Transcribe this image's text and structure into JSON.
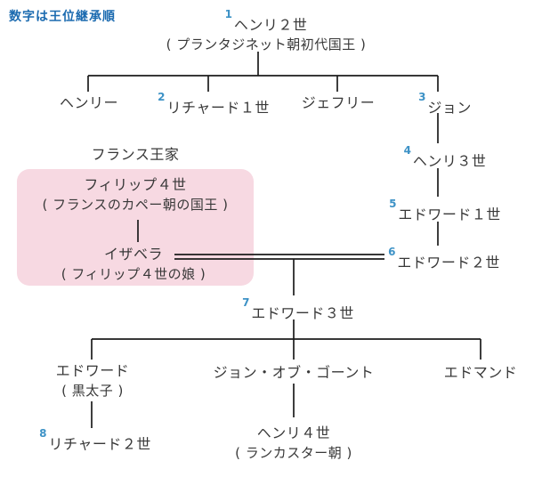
{
  "legend": {
    "text": "数字は王位継承順"
  },
  "colors": {
    "legend_blue": "#1c6bb0",
    "succession_number_blue": "#3d92c6",
    "france_house_pink": "#f7d9e2",
    "line_color": "#1c1c1c",
    "text_color": "#383838"
  },
  "france_house": {
    "label": "フランス王家"
  },
  "nodes": {
    "henry2": {
      "number": "1",
      "name": "ヘンリ２世",
      "note": "( プランタジネット朝初代国王 )"
    },
    "henry_young": {
      "name": "ヘンリー"
    },
    "richard1": {
      "number": "2",
      "name": "リチャード１世"
    },
    "geoffrey": {
      "name": "ジェフリー"
    },
    "john": {
      "number": "3",
      "name": "ジョン"
    },
    "henry3": {
      "number": "4",
      "name": "ヘンリ３世"
    },
    "edward1": {
      "number": "5",
      "name": "エドワード１世"
    },
    "edward2": {
      "number": "6",
      "name": "エドワード２世"
    },
    "philip4": {
      "name": "フィリップ４世",
      "note": "( フランスのカペー朝の国王 )"
    },
    "isabella": {
      "name": "イザベラ",
      "note": "( フィリップ４世の娘 )"
    },
    "edward3": {
      "number": "7",
      "name": "エドワード３世"
    },
    "edward_black": {
      "name": "エドワード",
      "note": "( 黒太子 )"
    },
    "john_gaunt": {
      "name": "ジョン・オブ・ゴーント"
    },
    "edmund": {
      "name": "エドマンド"
    },
    "richard2": {
      "number": "8",
      "name": "リチャード２世"
    },
    "henry4": {
      "name": "ヘンリ４世",
      "note": "( ランカスター朝 )"
    }
  }
}
